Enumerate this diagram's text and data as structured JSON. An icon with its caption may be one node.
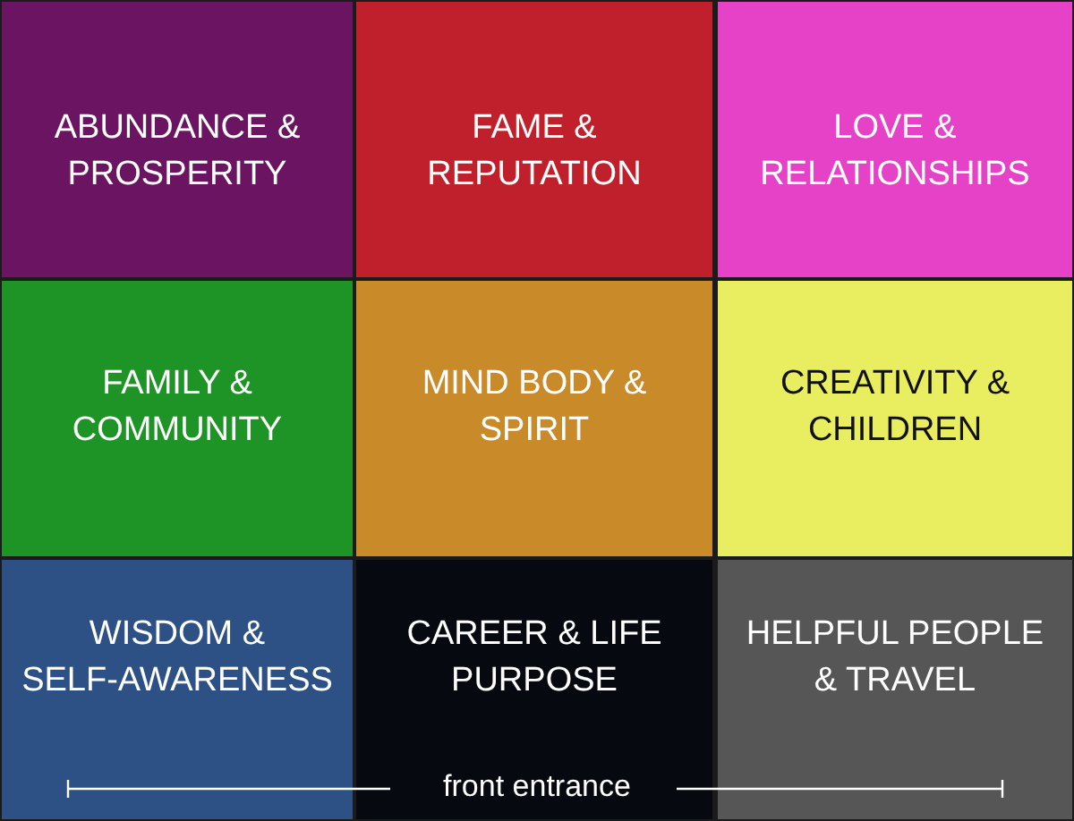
{
  "diagram": {
    "nodes": [
      {
        "text": [
          "ABUNDANCE & PROSPERITY"
        ]
      },
      {
        "text": [
          "FAME & REPUTATION"
        ]
      },
      {
        "text": [
          "LOVE & RELATIONSHIPS"
        ]
      },
      {
        "text": [
          "FAMILY & COMMUNITY"
        ]
      },
      {
        "text": [
          "MIND BODY & SPIRIT"
        ]
      },
      {
        "text": [
          "CREATIVITY & CHILDREN"
        ]
      },
      {
        "text": [
          "WISDOM & SELF-AWARENESS"
        ]
      },
      {
        "text": [
          "CAREER & LIFE PURPOSE"
        ]
      },
      {
        "text": [
          "HELPFUL PEOPLE & TRAVEL"
        ]
      }
    ],
    "labels": [
      "front entrance"
    ]
  }
}
